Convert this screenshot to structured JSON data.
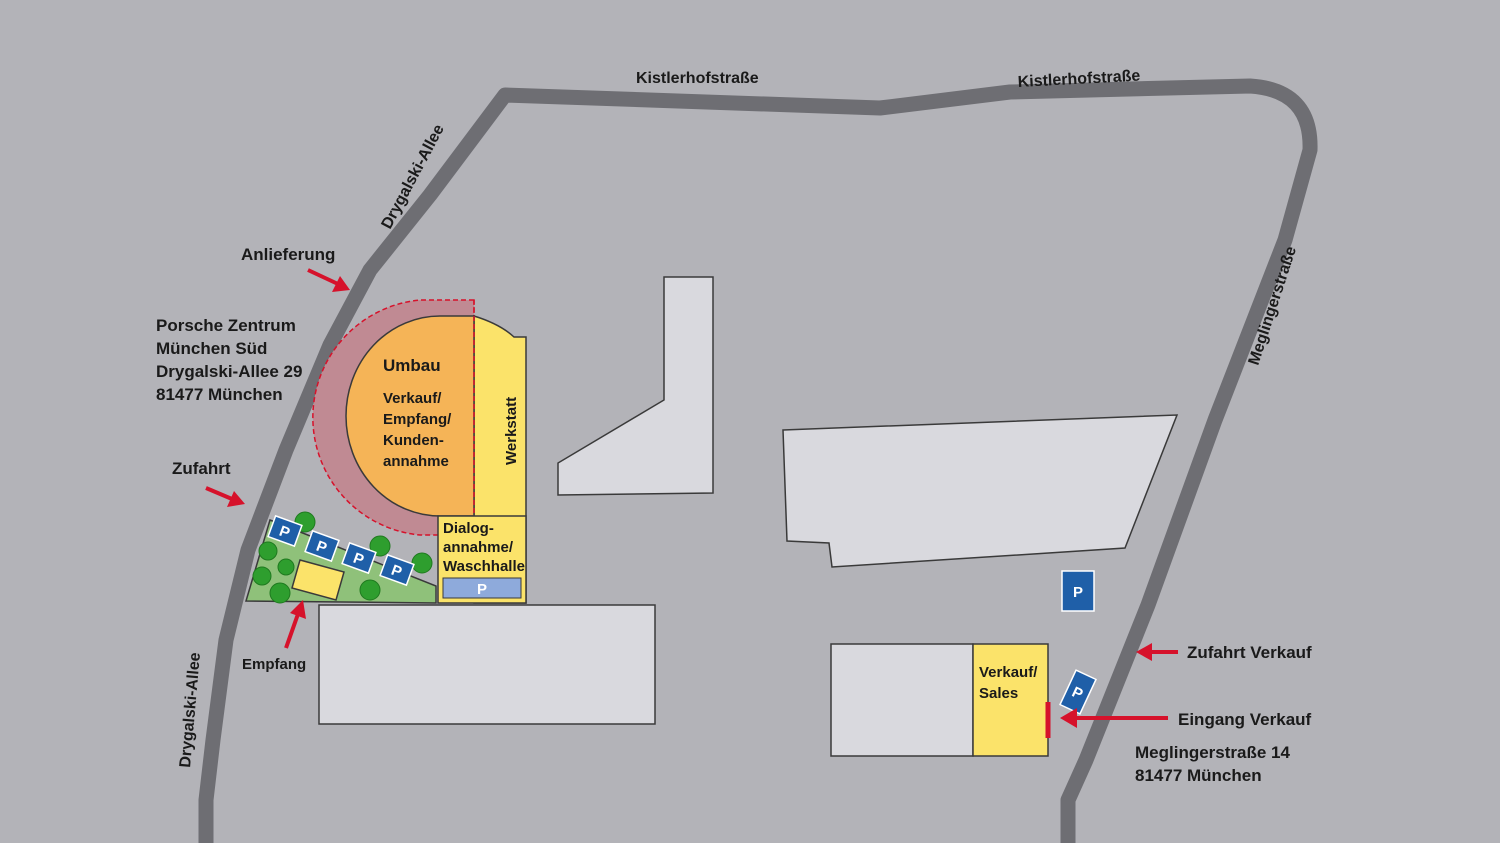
{
  "colors": {
    "background": "#b3b3b8",
    "road": "#6e6e73",
    "building": "#d9d9de",
    "yellow_building": "#fbe36a",
    "orange_building": "#f5b457",
    "demolition_zone": "#c08a93",
    "green_area": "#8fc17a",
    "tree": "#2e9e2e",
    "parking_blue": "#1f5fa8",
    "parking_light": "#8eaadb",
    "arrow_red": "#d6122b"
  },
  "streets": {
    "drygalski_top": "Drygalski-Allee",
    "drygalski_bottom": "Drygalski-Allee",
    "kistlerhof_left": "Kistlerhofstraße",
    "kistlerhof_right": "Kistlerhofstraße",
    "meglinger": "Meglingerstraße"
  },
  "labels": {
    "anlieferung": "Anlieferung",
    "zufahrt": "Zufahrt",
    "empfang": "Empfang",
    "zufahrt_verkauf": "Zufahrt Verkauf",
    "eingang_verkauf": "Eingang Verkauf"
  },
  "addresses": {
    "porsche": [
      "Porsche Zentrum",
      "München Süd",
      "Drygalski-Allee 29",
      "81477 München"
    ],
    "meglinger": [
      "Meglingerstraße 14",
      "81477 München"
    ]
  },
  "buildings": {
    "umbau_title": "Umbau",
    "umbau_lines": [
      "Verkauf/",
      "Empfang/",
      "Kunden-",
      "annahme"
    ],
    "werkstatt": "Werkstatt",
    "dialog_lines": [
      "Dialog-",
      "annahme/",
      "Waschhalle"
    ],
    "verkauf_lines": [
      "Verkauf/",
      "Sales"
    ]
  },
  "parking_label": "P",
  "icons": [
    "parking-icon",
    "tree-icon",
    "arrow-icon"
  ]
}
